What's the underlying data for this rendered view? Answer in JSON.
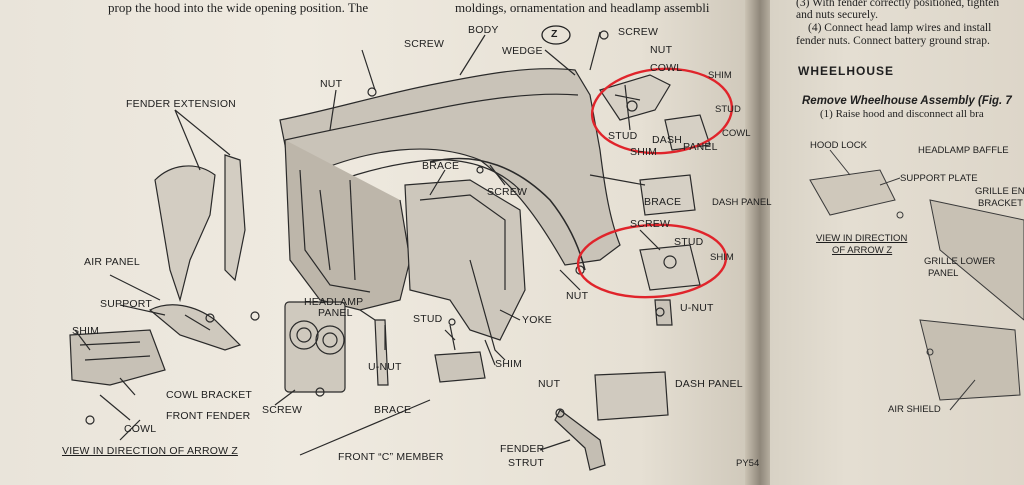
{
  "left_page": {
    "header_lines": [
      "prop the hood into the wide opening position. The",
      "moldings, ornamentation and headlamp assembli"
    ],
    "figure_id": "PY54",
    "labels": {
      "screw_top": "SCREW",
      "body": "BODY",
      "wedge": "WEDGE",
      "arrow_z": "Z",
      "screw_tr": "SCREW",
      "nut_tr": "NUT",
      "cowl": "COWL",
      "shim_tr": "SHIM",
      "stud_r": "STUD",
      "cowl_r": "COWL",
      "stud_c": "STUD",
      "shim_c": "SHIM",
      "dash_panel_c": "DASH",
      "dash_panel_c2": "PANEL",
      "nut_left": "NUT",
      "fender_extension": "FENDER EXTENSION",
      "brace_mid": "BRACE",
      "screw_mid": "SCREW",
      "brace_r": "BRACE",
      "dash_panel_r": "DASH PANEL",
      "screw_r": "SCREW",
      "stud_low": "STUD",
      "shim_low": "SHIM",
      "nut_low": "NUT",
      "u_nut_r": "U-NUT",
      "air_panel": "AIR PANEL",
      "support": "SUPPORT",
      "headlamp_panel": "HEADLAMP",
      "headlamp_panel2": "PANEL",
      "stud_bottom": "STUD",
      "yoke": "YOKE",
      "shim_left": "SHIM",
      "u_nut_bottom": "U-NUT",
      "shim_bottom": "SHIM",
      "cowl_bracket": "COWL BRACKET",
      "front_fender": "FRONT FENDER",
      "cowl_bottom": "COWL",
      "screw_bottom": "SCREW",
      "brace_bottom": "BRACE",
      "nut_bottom": "NUT",
      "dash_panel_bottom": "DASH PANEL",
      "view_arrow_z": "VIEW IN DIRECTION OF ARROW Z",
      "front_c_member": "FRONT “C” MEMBER",
      "fender": "FENDER",
      "strut": "STRUT"
    }
  },
  "right_page": {
    "lines": [
      "(3) With fender correctly positioned, tighten",
      "and nuts securely.",
      "(4) Connect head lamp wires and install",
      "fender nuts. Connect battery ground strap."
    ],
    "section_title": "WHEELHOUSE",
    "subsection_title": "Remove Wheelhouse Assembly (Fig. 7",
    "step1": "(1) Raise hood and disconnect all bra",
    "labels": {
      "hood_lock": "HOOD LOCK",
      "headlamp_baffle": "HEADLAMP BAFFLE",
      "support_plate": "SUPPORT PLATE",
      "grille_end": "GRILLE END",
      "bracket": "BRACKET",
      "view_line1": "VIEW IN DIRECTION",
      "view_line2": "OF ARROW Z",
      "grille_lower": "GRILLE LOWER",
      "panel": "PANEL",
      "air_shield": "AIR SHIELD"
    }
  },
  "colors": {
    "paper": "#ece7dd",
    "ink": "#1f1f1f",
    "highlight_circle": "#e0242b"
  }
}
